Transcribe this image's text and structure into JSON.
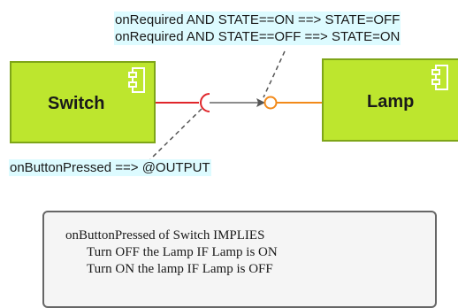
{
  "notes": {
    "top_line1": "onRequired AND STATE==ON ==> STATE=OFF",
    "top_line2": "onRequired AND STATE==OFF ==> STATE=ON",
    "bottom": "onButtonPressed ==> @OUTPUT"
  },
  "components": {
    "switch_label": "Switch",
    "lamp_label": "Lamp"
  },
  "rule": {
    "line1": "onButtonPressed of Switch IMPLIES",
    "line2": "Turn OFF the Lamp IF Lamp is ON",
    "line3": "Turn ON the lamp IF Lamp is OFF"
  },
  "colors": {
    "component_fill": "#bde62e",
    "component_border": "#7ea518",
    "note_fill": "#ddfbff",
    "required_socket": "#e0262b",
    "provided_lollipop": "#f28a1a",
    "connector": "#666666"
  }
}
